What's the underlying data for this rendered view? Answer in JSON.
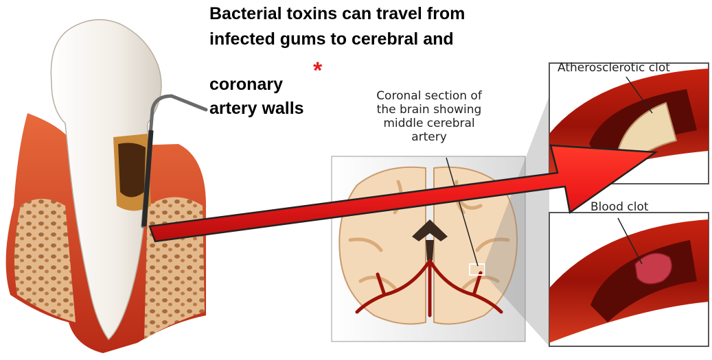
{
  "headline": {
    "line1": "Bacterial toxins can travel from",
    "line2": "infected gums to cerebral and",
    "line3": "coronary",
    "line4": "artery walls",
    "asterisk": "*"
  },
  "brain_caption": {
    "line1": "Coronal section of",
    "line2": "the brain showing",
    "line3": "middle cerebral",
    "line4": "artery"
  },
  "panel_top_label": "Atherosclerotic clot",
  "panel_bottom_label": "Blood clot",
  "colors": {
    "arrow": "#ee1b1b",
    "artery": "#b5170f",
    "gum": "#d94a2a",
    "bone": "#e9c49a",
    "brain": "#f4d9b8",
    "asterisk": "#e51c1c"
  }
}
